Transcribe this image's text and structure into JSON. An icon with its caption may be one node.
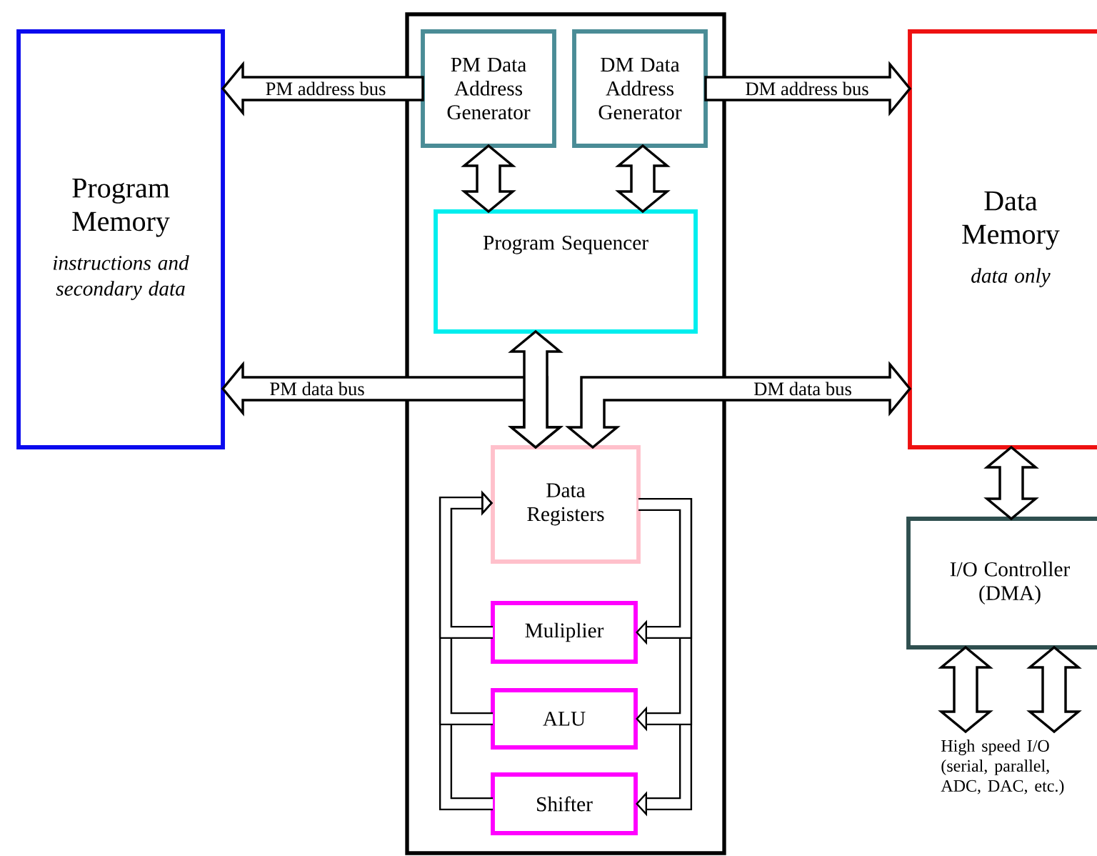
{
  "diagram": {
    "nodes": [
      {
        "text": [
          "Program Memory",
          "instructions and secondary data"
        ]
      },
      {
        "text": [],
        "shape": "box"
      },
      {
        "text": [
          "PM Data Address Generator"
        ],
        "in": 1
      },
      {
        "text": [
          "DM Data Address Generator"
        ],
        "in": 1
      },
      {
        "text": [
          "Program Sequencer"
        ],
        "in": 1
      },
      {
        "text": [
          "Data Registers"
        ],
        "in": 1
      },
      {
        "text": [
          "Muliplier"
        ],
        "in": 1
      },
      {
        "text": [
          "ALU"
        ],
        "in": 1
      },
      {
        "text": [
          "Shifter"
        ],
        "in": 1
      },
      {
        "text": [
          "Data Memory",
          "data only"
        ]
      },
      {
        "text": [
          "I/O Controller (DMA)"
        ]
      },
      {
        "text": [
          "High speed I/O (serial, parallel, ADC, DAC, etc.)"
        ]
      }
    ],
    "edges": [
      {
        "from": 2,
        "to": 0,
        "arrow": "to",
        "label": "PM address bus"
      },
      {
        "from": 3,
        "to": 9,
        "arrow": "to",
        "label": "DM address bus"
      },
      {
        "from": 2,
        "to": 4,
        "arrow": "both"
      },
      {
        "from": 3,
        "to": 4,
        "arrow": "both"
      },
      {
        "from": 4,
        "to": 5,
        "arrow": "both"
      },
      {
        "from": 0,
        "to": 5,
        "arrow": "both",
        "label": "PM data bus"
      },
      {
        "from": 9,
        "to": 5,
        "arrow": "both",
        "label": "DM data bus"
      },
      {
        "from": 9,
        "to": 10,
        "arrow": "both"
      },
      {
        "from": 10,
        "to": 11,
        "arrow": "both"
      },
      {
        "from": 10,
        "to": 11,
        "arrow": "both"
      },
      {
        "from": 5,
        "to": 6,
        "arrow": "to"
      },
      {
        "from": 5,
        "to": 7,
        "arrow": "to"
      },
      {
        "from": 5,
        "to": 8,
        "arrow": "to"
      },
      {
        "from": 6,
        "to": 5,
        "arrow": "to"
      },
      {
        "from": 7,
        "to": 5,
        "arrow": "to"
      },
      {
        "from": 8,
        "to": 5,
        "arrow": "to"
      }
    ]
  }
}
